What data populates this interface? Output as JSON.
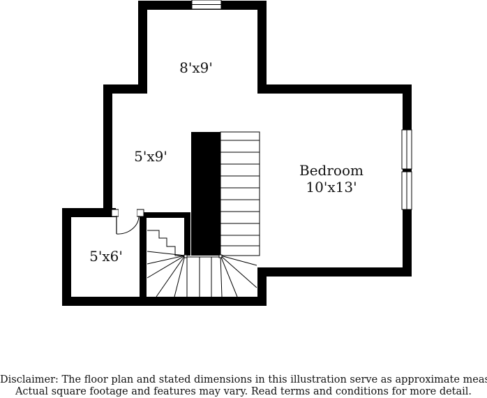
{
  "rooms": {
    "top": "8'x9'",
    "hall": "5'x9'",
    "bedroom_name": "Bedroom",
    "bedroom_size": "10'x13'",
    "closet": "5'x6'"
  },
  "disclaimer": {
    "line1": "Disclaimer: The floor plan and stated dimensions in this illustration serve as approximate measurements.",
    "line2": "Actual square footage and features may vary. Read terms and conditions for more detail."
  }
}
